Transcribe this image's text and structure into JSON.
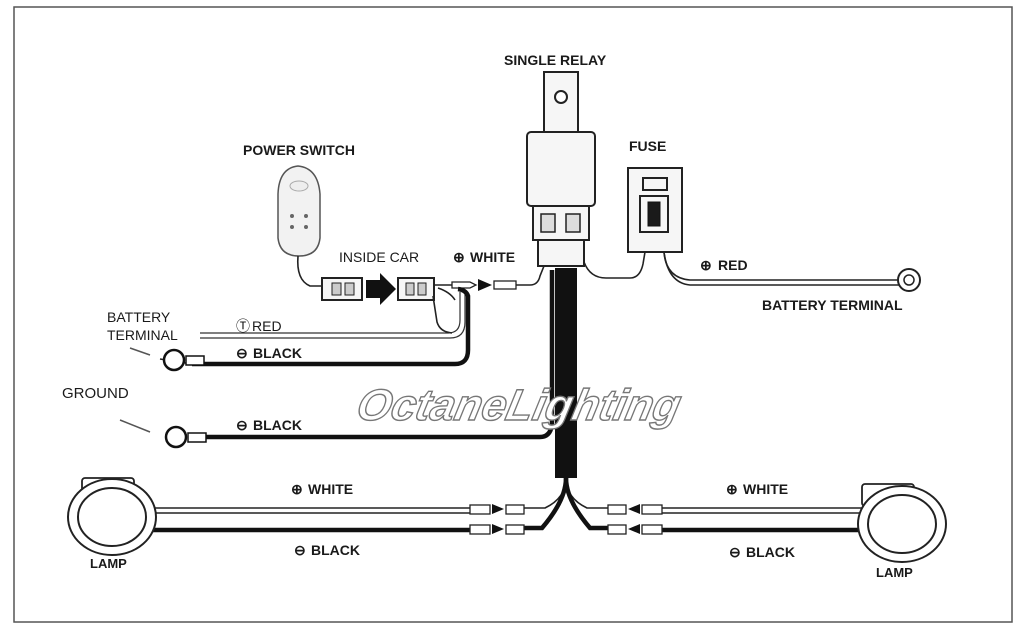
{
  "title": "SINGLE RELAY",
  "labels": {
    "power_switch": "POWER SWITCH",
    "inside_car": "INSIDE CAR",
    "fuse": "FUSE",
    "white_top": "WHITE",
    "red_right": "RED",
    "battery_terminal_right": "BATTERY TERMINAL",
    "battery_terminal_left_1": "BATTERY",
    "battery_terminal_left_2": "TERMINAL",
    "red_left": "RED",
    "black_1": "BLACK",
    "ground": "GROUND",
    "black_2": "BLACK",
    "white_left_lamp": "WHITE",
    "black_left_lamp": "BLACK",
    "white_right_lamp": "WHITE",
    "black_right_lamp": "BLACK",
    "lamp_left": "LAMP",
    "lamp_right": "LAMP"
  },
  "symbols": {
    "positive": "⊕",
    "negative": "⊖",
    "positive_outline": "Ⓣ"
  },
  "watermark": "OctaneLighting",
  "colors": {
    "line": "#1a1a1a",
    "background": "#ffffff",
    "frame": "#555555"
  }
}
